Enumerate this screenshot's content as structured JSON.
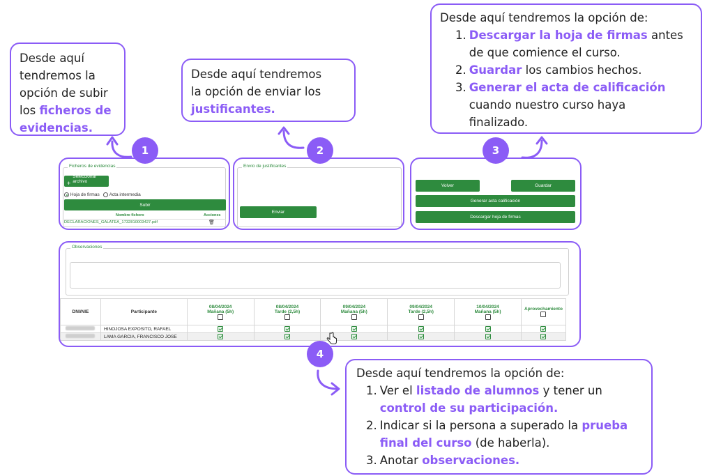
{
  "callouts": {
    "c1": {
      "l1": "Desde aquí",
      "l2": "tendremos la",
      "l3": "opción de subir",
      "l4a": "los ",
      "l4b": "ficheros de",
      "l5": "evidencias."
    },
    "c2": {
      "l1": "Desde aquí tendremos",
      "l2": "la opción de enviar los",
      "l3": "justificantes."
    },
    "c3": {
      "intro": "Desde aquí tendremos la opción de:",
      "i1_num": "1.",
      "i1_hl": "Descargar la hoja de firmas",
      "i1_rest": " antes",
      "i1_l2": "de que comience el curso.",
      "i2_num": "2.",
      "i2_hl": "Guardar",
      "i2_rest": " los cambios hechos.",
      "i3_num": "3.",
      "i3_hl": "Generar el acta de calificación",
      "i3_l2": "cuando nuestro curso haya",
      "i3_l3": "finalizado."
    },
    "c4": {
      "intro": "Desde aquí tendremos la opción de:",
      "i1_num": "1.",
      "i1_a": "Ver el ",
      "i1_hl": "listado de alumnos",
      "i1_b": " y tener un",
      "i1_hl2": "control de su participación.",
      "i2_num": "2.",
      "i2_a": "Indicar si la persona a superado la ",
      "i2_hl": "prueba",
      "i2_hl2": "final del curso",
      "i2_b": " (de haberla).",
      "i3_num": "3.",
      "i3_a": "Anotar ",
      "i3_hl": "observaciones."
    }
  },
  "badges": {
    "b1": "1",
    "b2": "2",
    "b3": "3",
    "b4": "4"
  },
  "panel1": {
    "legend": "Ficheros de evidencias",
    "select_label": "Seleccionar archivo",
    "plus": "+",
    "radio1": "Hoja de firmas",
    "radio2": "Acta intermedia",
    "upload_label": "Subir",
    "col_name": "Nombre fichero",
    "col_actions": "Acciones",
    "file_name": "DECLARACIONES_GALATEA_1732810003427.pdf",
    "trash": "🗑"
  },
  "panel2": {
    "legend": "Envío de justificantes",
    "send_label": "Enviar"
  },
  "panel3": {
    "back_label": "Volver",
    "save_label": "Guardar",
    "gen_label": "Generar acta calificación",
    "download_label": "Descargar hoja de firmas"
  },
  "panel4": {
    "legend": "Observaciones",
    "table": {
      "col_dni": "DNI/NIE",
      "col_participant": "Participante",
      "sessions": [
        {
          "date": "08/04/2024",
          "slot": "Mañana (5h)"
        },
        {
          "date": "08/04/2024",
          "slot": "Tarde (2,5h)"
        },
        {
          "date": "09/04/2024",
          "slot": "Mañana (5h)"
        },
        {
          "date": "09/04/2024",
          "slot": "Tarde (2,5h)"
        },
        {
          "date": "10/04/2024",
          "slot": "Mañana (5h)"
        }
      ],
      "col_use": "Aprovechamiento",
      "rows": [
        {
          "name": "HINOJOSA EXPOSITO, RAFAEL"
        },
        {
          "name": "LAMA GARCIA, FRANCISCO JOSE"
        }
      ]
    }
  },
  "colors": {
    "accent": "#8b5cf6",
    "green": "#2e8b3e"
  }
}
